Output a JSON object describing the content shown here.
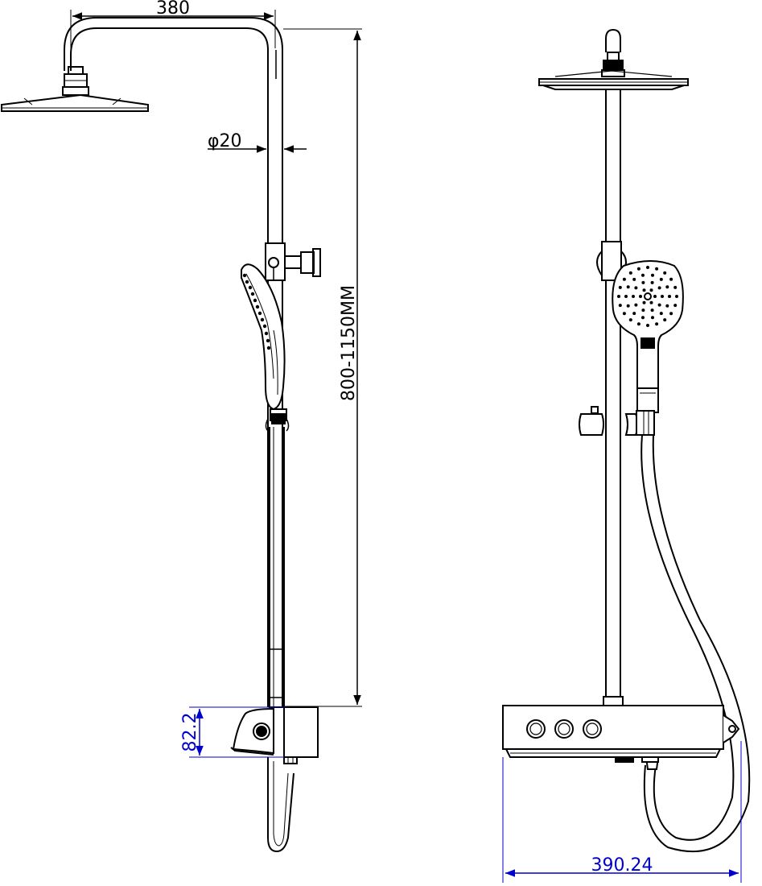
{
  "dimensions": {
    "head_reach": "380",
    "pipe_diameter": "φ20",
    "height_range": "800-1150MM",
    "shelf_height": "82.2",
    "panel_width": "390.24"
  },
  "colors": {
    "line": "#000000",
    "dimension_blue": "#0000cc",
    "background": "#ffffff"
  }
}
